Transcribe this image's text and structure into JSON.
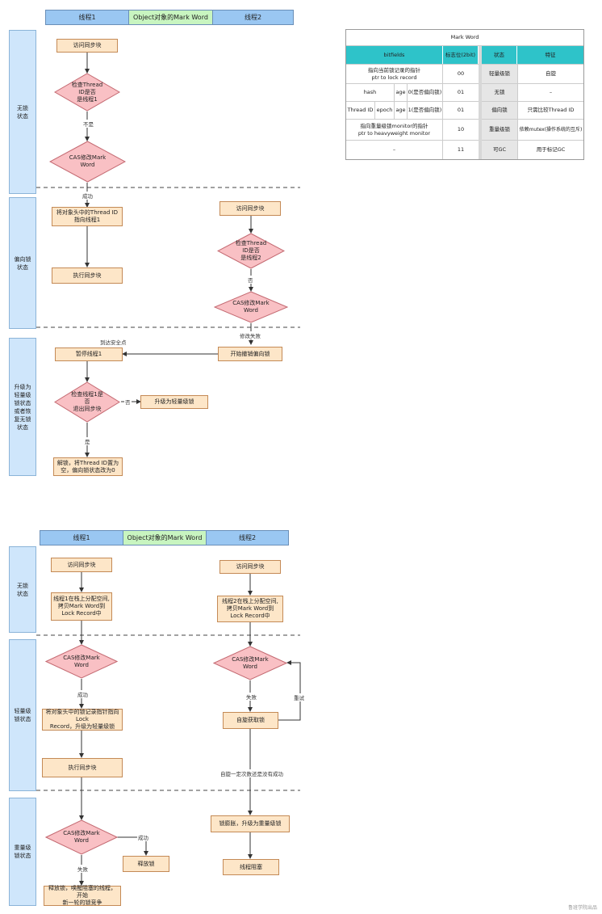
{
  "diagram1": {
    "headers": [
      "线程1",
      "Object对象的Mark Word",
      "线程2"
    ],
    "lanes": [
      "无锁\n状态",
      "偏向锁\n状态",
      "升级为\n轻量级\n锁状态\n或者恢\n复无锁\n状态"
    ],
    "nodes": {
      "t1_access": "访问同步块",
      "t1_check": "检查Thread ID是否\n是线程1",
      "t1_cas": "CAS修改Mark Word",
      "t1_point_id": "将对象头中的Thread ID\n指向线程1",
      "t1_exec": "执行同步块",
      "t2_access": "访问同步块",
      "t2_check": "检查Thread ID是否\n是线程2",
      "t2_cas": "CAS修改Mark Word",
      "t2_revoke": "开始撤销偏向锁",
      "t1_pause": "暂停线程1",
      "t1_exited": "检查线程1是否\n退出同步块",
      "t1_upgrade": "升级为轻量级锁",
      "t1_unlock": "解锁，将Thread ID置为\n空，偏向锁状态改为0"
    },
    "labels": {
      "no": "不是",
      "success": "成功",
      "no2": "否",
      "fail": "修改失败",
      "safepoint": "到达安全点",
      "no3": "否",
      "yes": "是"
    }
  },
  "mark_word_table": {
    "title": "Mark Word",
    "headers": [
      "bitfields",
      "标志位(2bit)",
      "状态",
      "特征"
    ],
    "rows": [
      {
        "bits": [
          "指向当前锁记录的指针\nptr to lock record"
        ],
        "flag": "00",
        "state": "轻量级锁",
        "feature": "自旋"
      },
      {
        "bits": [
          "hash",
          "age",
          "0(是否偏向锁)"
        ],
        "flag": "01",
        "state": "无锁",
        "feature": "–"
      },
      {
        "bits": [
          "Thread ID",
          "epoch",
          "age",
          "1(是否偏向锁)"
        ],
        "flag": "01",
        "state": "偏向锁",
        "feature": "只需比较Thread ID"
      },
      {
        "bits": [
          "指向重量级锁monitor的指针\nptr to heavyweight monitor"
        ],
        "flag": "10",
        "state": "重量级锁",
        "feature": "依赖mutex(操作系统的互斥)"
      },
      {
        "bits": [
          "–"
        ],
        "flag": "11",
        "state": "可GC",
        "feature": "用于标记GC"
      }
    ]
  },
  "diagram2": {
    "headers": [
      "线程1",
      "Object对象的Mark Word",
      "线程2"
    ],
    "lanes": [
      "无锁\n状态",
      "轻量级\n锁状态",
      "重量级\n锁状态"
    ],
    "nodes": {
      "t1_access": "访问同步块",
      "t1_copy": "线程1在栈上分配空间,\n拷贝Mark Word到\nLock Record中",
      "t1_cas": "CAS修改Mark Word",
      "t1_point": "将对象头中的锁记录指针指向Lock\nRecord，升级为轻量级锁",
      "t1_exec": "执行同步块",
      "t1_cas2": "CAS修改Mark Word",
      "t1_release": "释放锁",
      "t1_wake": "释放锁，唤醒阻塞的线程，开始\n新一轮的锁竞争",
      "t2_access": "访问同步块",
      "t2_copy": "线程2在栈上分配空间,\n拷贝Mark Word到\nLock Record中",
      "t2_cas": "CAS修改Mark Word",
      "t2_spin": "自旋获取锁",
      "t2_inflate": "锁膨胀，升级为重量级锁",
      "t2_block": "线程阻塞"
    },
    "labels": {
      "success": "成功",
      "fail": "失败",
      "retry": "重试",
      "spin_fail": "自旋一定次数还是没有成功",
      "success2": "成功",
      "fail2": "失败"
    }
  },
  "watermark": "鲁班学院出品",
  "colors": {
    "header_blue": "#9ac7f2",
    "header_green": "#c8f5c0",
    "lane": "#cfe6fb",
    "box": "#fde6c8",
    "diamond": "#f9c0c4",
    "table_header": "#2ec3c9"
  }
}
